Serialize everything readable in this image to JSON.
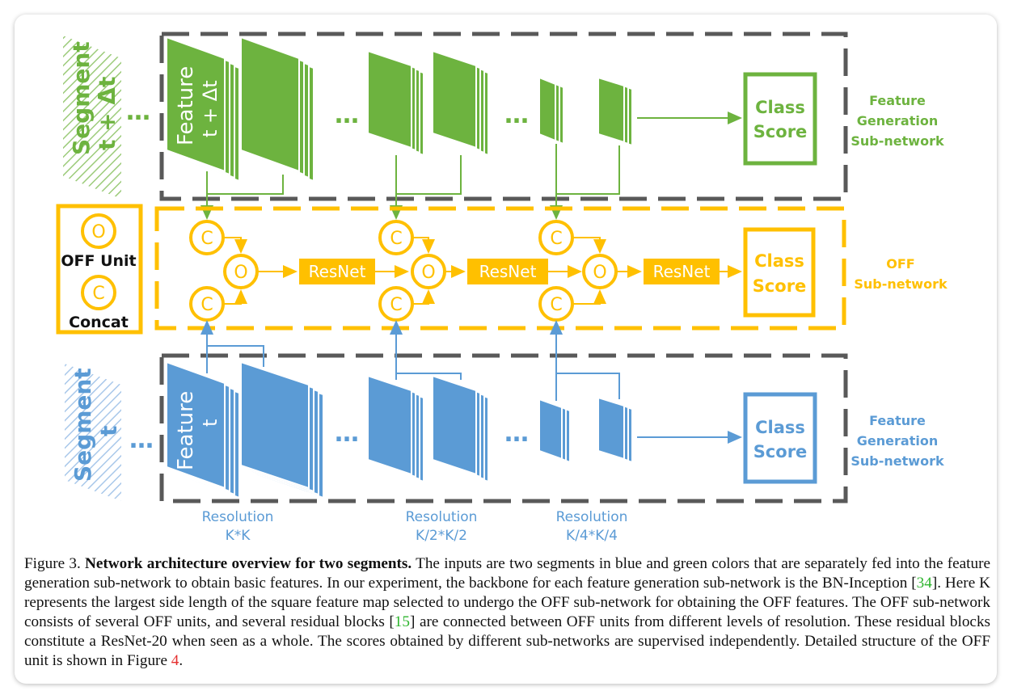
{
  "diagram": {
    "top_row": {
      "segment_label_1": "Segment",
      "segment_label_2": "t + Δt",
      "feature_label_1": "Feature",
      "feature_label_2": "t + Δt",
      "ellipsis": "…",
      "class_score_1": "Class",
      "class_score_2": "Score",
      "side_label": [
        "Feature",
        "Generation",
        "Sub-network"
      ]
    },
    "middle_row": {
      "legend_off_symbol": "O",
      "legend_off_label": "OFF Unit",
      "legend_concat_symbol": "C",
      "legend_concat_label": "Concat",
      "concat_symbol": "C",
      "off_symbol": "O",
      "resnet_label": "ResNet",
      "class_score_1": "Class",
      "class_score_2": "Score",
      "side_label": [
        "OFF",
        "Sub-network"
      ]
    },
    "bottom_row": {
      "segment_label_1": "Segment",
      "segment_label_2": "t",
      "feature_label_1": "Feature",
      "feature_label_2": "t",
      "ellipsis": "…",
      "class_score_1": "Class",
      "class_score_2": "Score",
      "side_label": [
        "Feature",
        "Generation",
        "Sub-network"
      ]
    },
    "resolution_labels": [
      {
        "line1": "Resolution",
        "line2": "K*K"
      },
      {
        "line1": "Resolution",
        "line2": "K/2*K/2"
      },
      {
        "line1": "Resolution",
        "line2": "K/4*K/4"
      }
    ],
    "colors": {
      "green": "#6db33f",
      "green_dark": "#4a8c26",
      "orange": "#ffc000",
      "blue": "#5b9bd5",
      "gray_dash": "#595959"
    }
  },
  "caption": {
    "figure_label": "Figure 3.",
    "bold_title": "Network architecture overview for two segments.",
    "text_1": " The inputs are two segments in blue and green colors that are separately fed into the feature generation sub-network to obtain basic features. In our experiment, the backbone for each feature generation sub-network is the BN-Inception [",
    "cite_1": "34",
    "text_2": "]. Here K represents the largest side length of the square feature map selected to undergo the OFF sub-network for obtaining the OFF features. The OFF sub-network consists of several OFF units, and several residual blocks [",
    "cite_2": "15",
    "text_3": "] are connected between OFF units from different levels of resolution. These residual blocks constitute a ResNet-20 when seen as a whole. The scores obtained by different sub-networks are supervised independently. Detailed structure of the OFF unit is shown in Figure ",
    "fig_ref": "4",
    "text_4": "."
  }
}
